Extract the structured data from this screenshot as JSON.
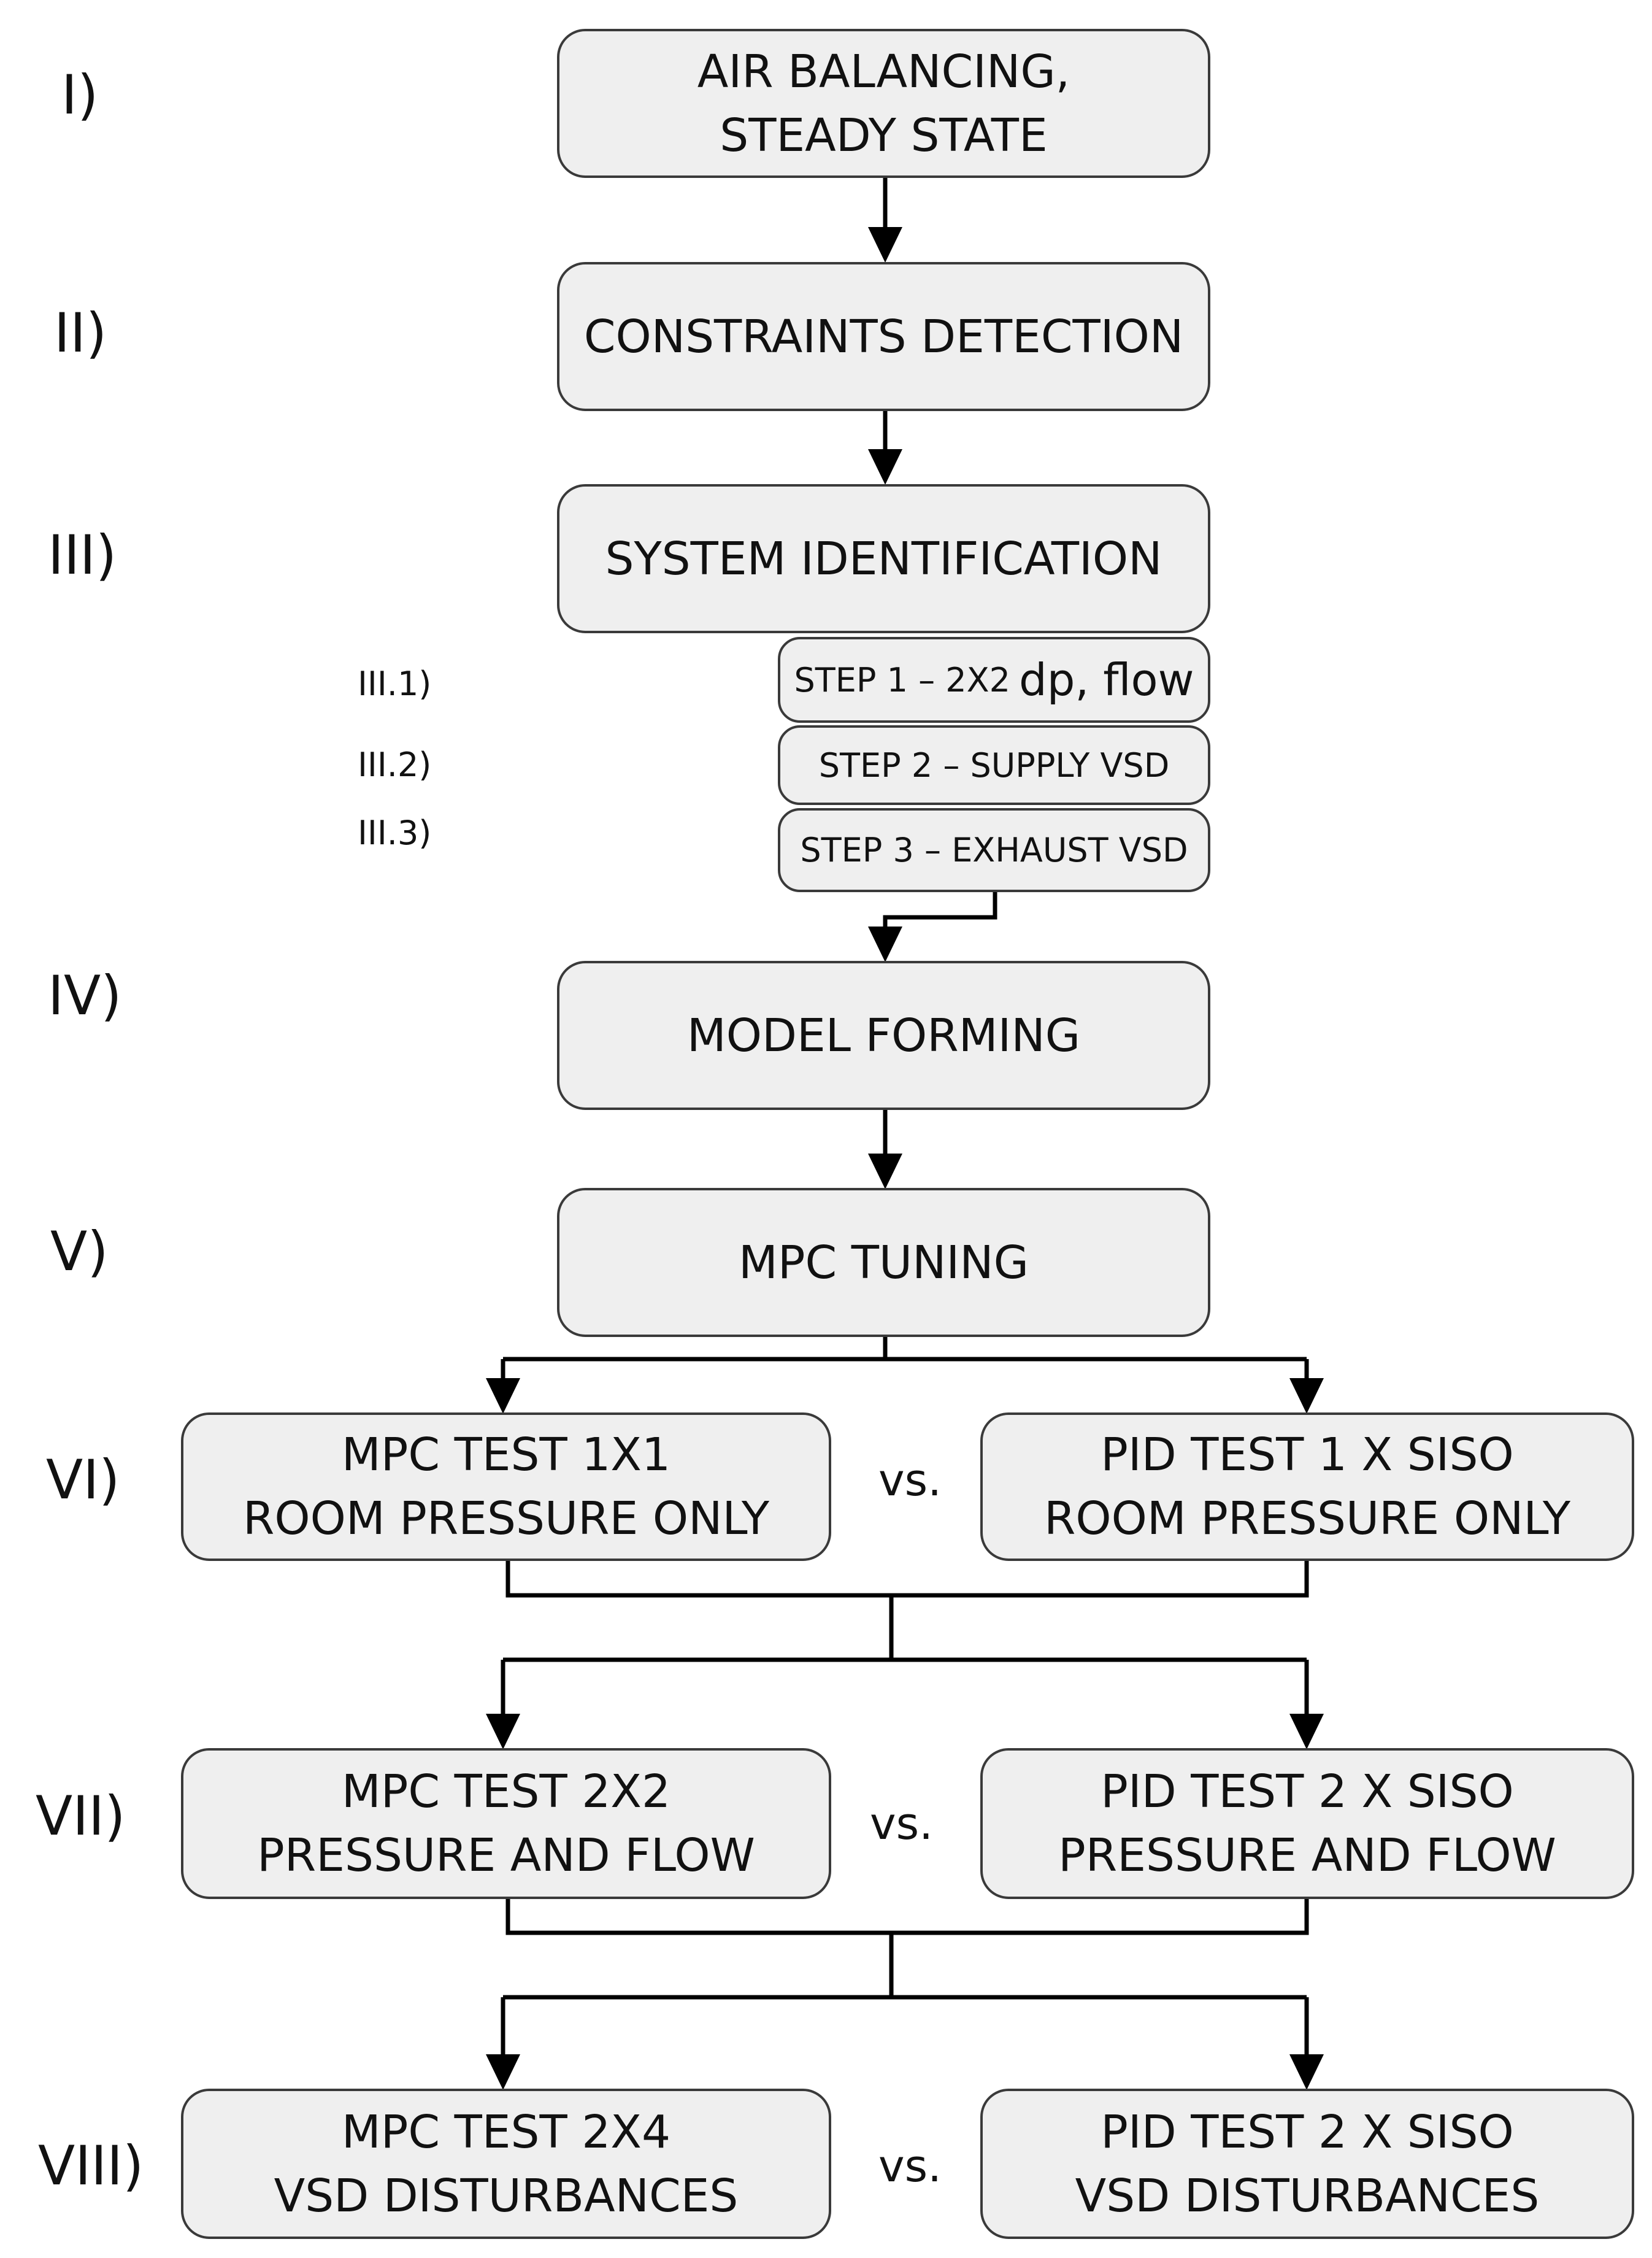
{
  "stages": [
    {
      "label": "I)",
      "lines": [
        "AIR BALANCING,",
        "STEADY STATE"
      ]
    },
    {
      "label": "II)",
      "lines": [
        "CONSTRAINTS DETECTION"
      ]
    },
    {
      "label": "III)",
      "lines": [
        "SYSTEM IDENTIFICATION"
      ]
    },
    {
      "label": "IV)",
      "lines": [
        "MODEL FORMING"
      ]
    },
    {
      "label": "V)",
      "lines": [
        "MPC TUNING"
      ]
    }
  ],
  "steps": [
    {
      "label": "III.1)",
      "text": "STEP 1 – 2X2",
      "tail": "dp, flow"
    },
    {
      "label": "III.2)",
      "text": "STEP 2 – SUPPLY VSD",
      "tail": ""
    },
    {
      "label": "III.3)",
      "text": "STEP 3 – EXHAUST VSD",
      "tail": ""
    }
  ],
  "comparisons": [
    {
      "label": "VI)",
      "left": [
        "MPC TEST 1X1",
        "ROOM PRESSURE ONLY"
      ],
      "vs": "vs.",
      "right": [
        "PID TEST 1 X SISO",
        "ROOM PRESSURE ONLY"
      ]
    },
    {
      "label": "VII)",
      "left": [
        "MPC TEST 2X2",
        "PRESSURE AND FLOW"
      ],
      "vs": "vs.",
      "right": [
        "PID TEST 2 X SISO",
        "PRESSURE AND FLOW"
      ]
    },
    {
      "label": "VIII)",
      "left": [
        "MPC TEST 2X4",
        "VSD DISTURBANCES"
      ],
      "vs": "vs.",
      "right": [
        "PID TEST 2 X SISO",
        "VSD DISTURBANCES"
      ]
    }
  ],
  "colors": {
    "box_fill": "#efefef",
    "stroke": "#000000",
    "border": "#3a3a3a"
  }
}
